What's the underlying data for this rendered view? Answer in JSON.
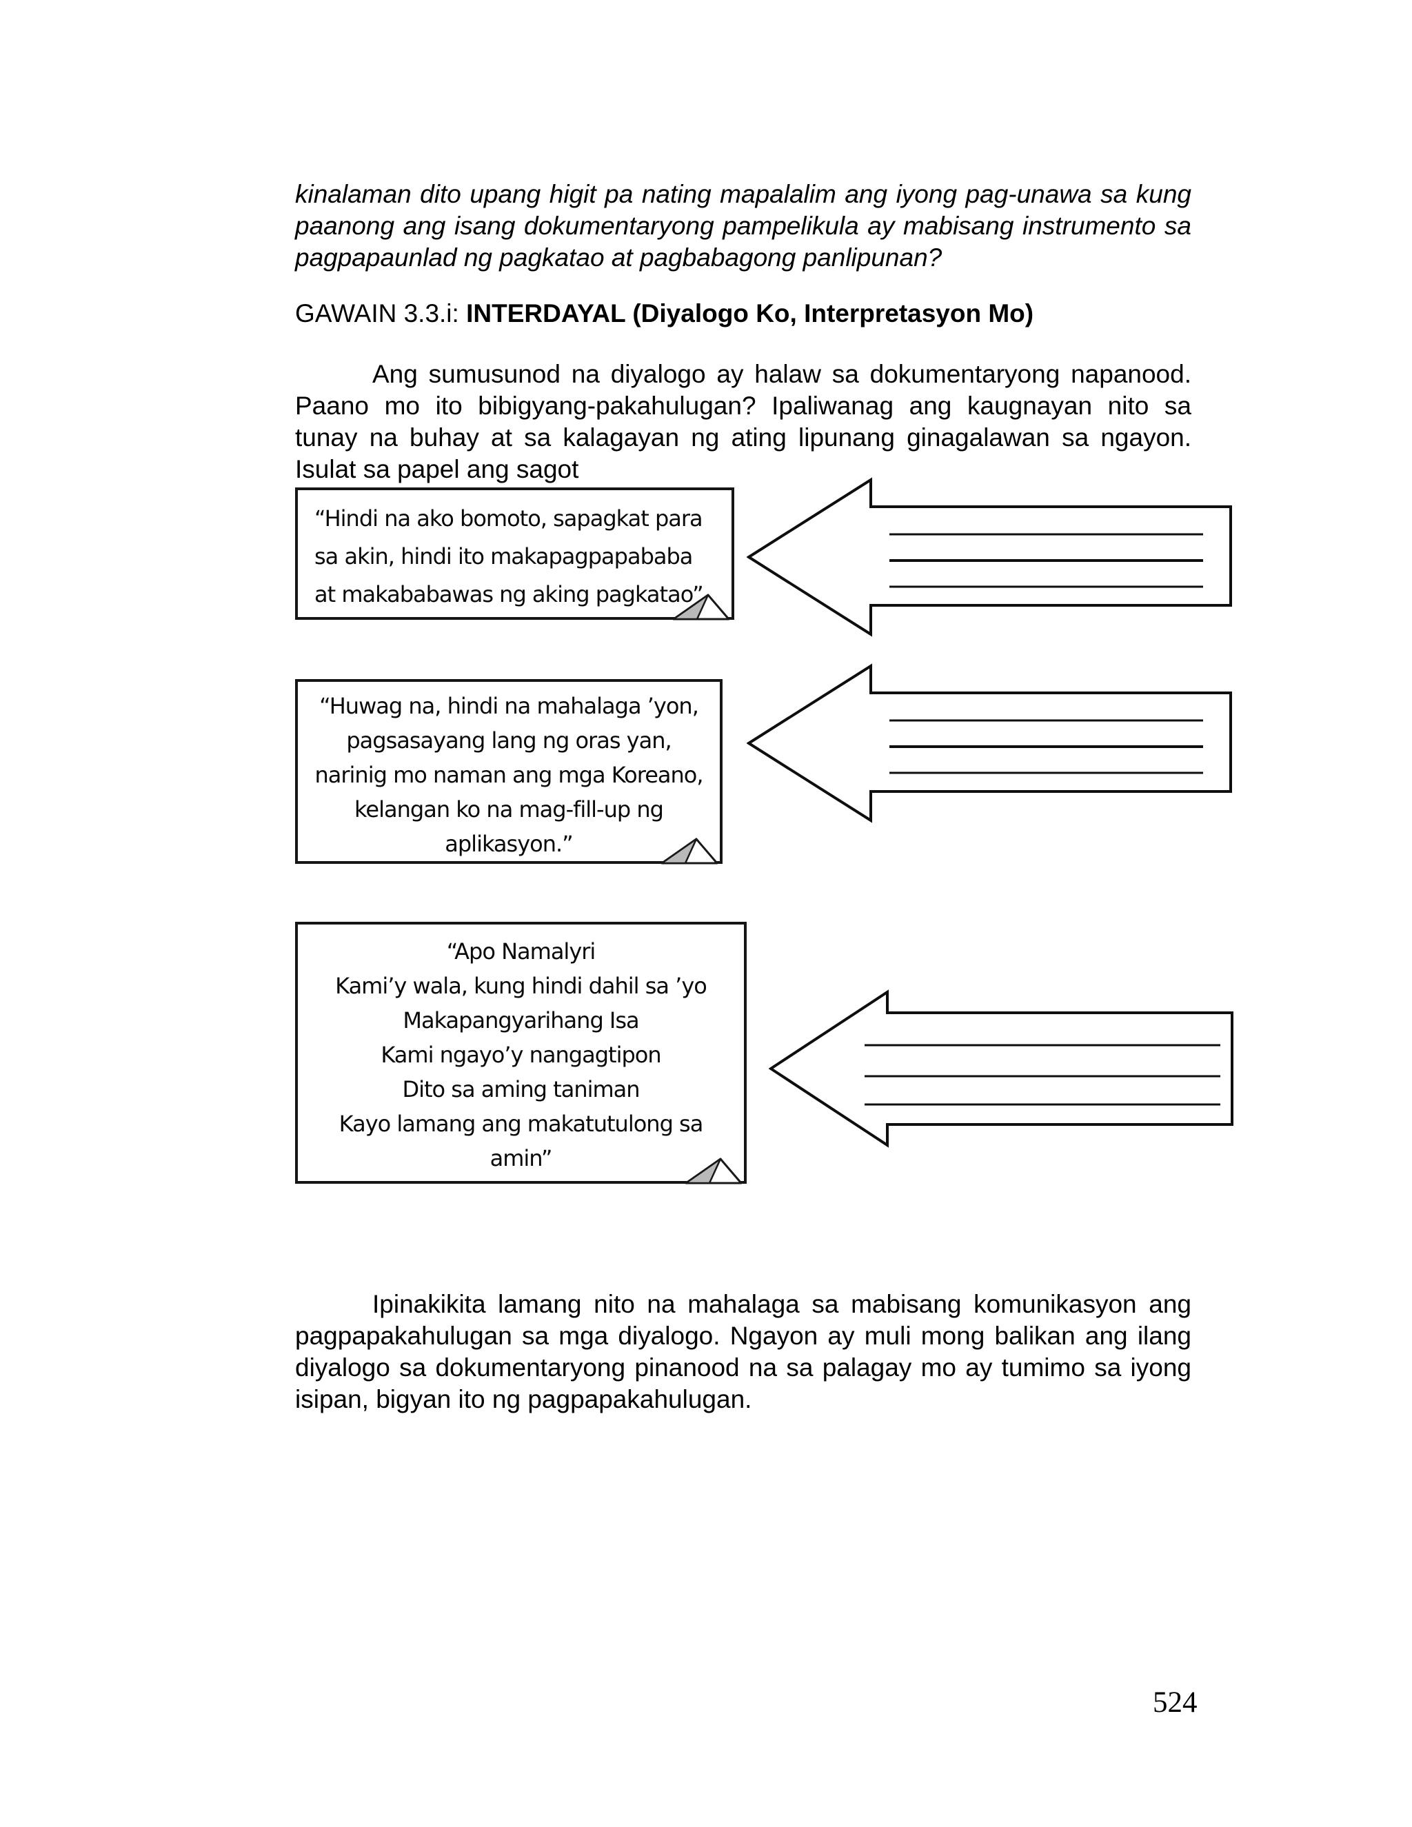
{
  "intro_paragraph": "kinalaman dito upang higit pa nating mapalalim ang iyong pag-unawa sa kung paanong ang isang dokumentaryong pampelikula ay mabisang instrumento sa pagpapaunlad ng pagkatao at pagbabagong panlipunan?",
  "activity_heading": {
    "prefix": "GAWAIN 3.3.i: ",
    "title": "INTERDAYAL (Diyalogo Ko, Interpretasyon Mo)"
  },
  "instructions_paragraph": "Ang sumusunod na diyalogo ay halaw sa dokumentaryong napanood. Paano mo ito bibigyang-pakahulugan? Ipaliwanag ang kaugnayan nito sa tunay na buhay at sa kalagayan ng ating lipunang ginagalawan sa ngayon. Isulat sa papel ang sagot",
  "dialogs": [
    {
      "lines": [
        "“Hindi na ako bomoto, sapagkat para",
        "sa akin, hindi ito makapagpapababa",
        "at makababawas ng aking pagkatao”"
      ]
    },
    {
      "lines": [
        "“Huwag na, hindi na mahalaga ’yon,",
        "pagsasayang lang ng oras yan,",
        "narinig mo naman ang mga Koreano,",
        "kelangan ko na mag-fill-up ng",
        "aplikasyon.”"
      ]
    },
    {
      "lines": [
        "“Apo Namalyri",
        "Kami’y wala, kung hindi dahil sa ’yo",
        "Makapangyarihang Isa",
        "Kami ngayo’y nangagtipon",
        "Dito sa aming taniman",
        "Kayo lamang ang makatutulong sa",
        "amin”"
      ]
    }
  ],
  "closing_paragraph": "Ipinakikita lamang nito na mahalaga sa mabisang  komunikasyon ang pagpapakahulugan sa mga diyalogo. Ngayon ay muli mong balikan ang ilang diyalogo sa dokumentaryong pinanood na sa palagay mo ay tumimo sa iyong isipan,  bigyan ito ng pagpapakahulugan.",
  "page": {
    "number": "524"
  },
  "colors": {
    "ink": "#000000",
    "border": "#151515",
    "fold_gray": "#b9b9b9"
  }
}
